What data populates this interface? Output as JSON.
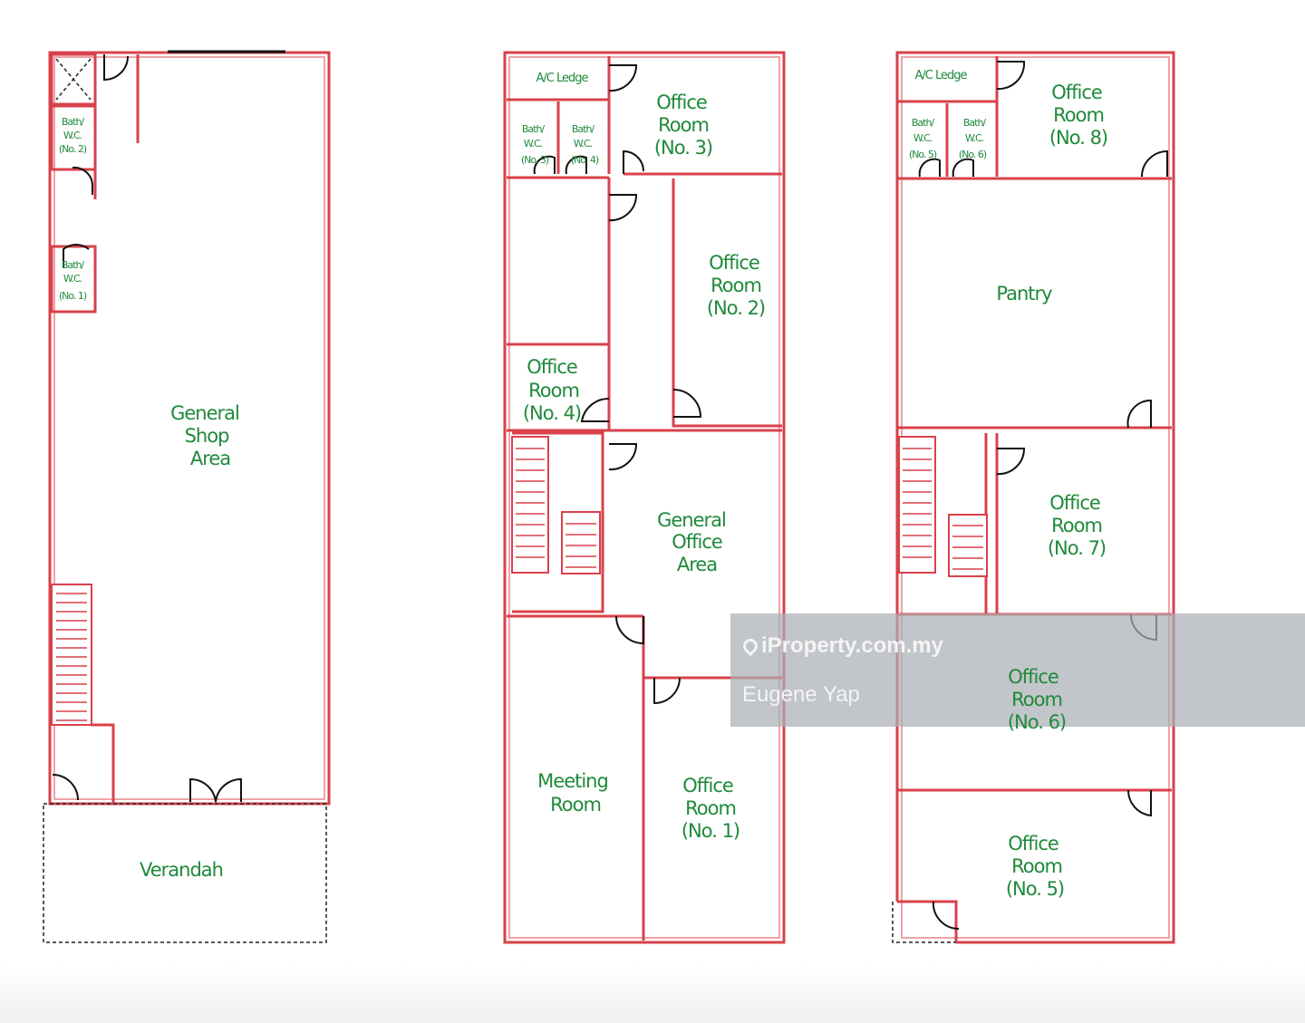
{
  "ground_floor": {
    "bath_wc_2": [
      "Bath/",
      "W.C.",
      "(No. 2)"
    ],
    "bath_wc_1": [
      "Bath/",
      "W.C.",
      "(No. 1)"
    ],
    "shop_area": [
      "General",
      "Shop",
      "Area"
    ],
    "verandah": "Verandah"
  },
  "first_floor": {
    "ac_ledge": "A/C Ledge",
    "bath_wc_3": [
      "Bath/",
      "W.C.",
      "(No. 3)"
    ],
    "bath_wc_4": [
      "Bath/",
      "W.C.",
      "(No. 4)"
    ],
    "office_3": [
      "Office",
      "Room",
      "(No. 3)"
    ],
    "office_2": [
      "Office",
      "Room",
      "(No. 2)"
    ],
    "office_4": [
      "Office",
      "Room",
      "(No. 4)"
    ],
    "general_office": [
      "General",
      "Office",
      "Area"
    ],
    "meeting_room": [
      "Meeting",
      "Room"
    ],
    "office_1": [
      "Office",
      "Room",
      "(No. 1)"
    ]
  },
  "second_floor": {
    "ac_ledge": "A/C Ledge",
    "bath_wc_5": [
      "Bath/",
      "W.C.",
      "(No. 5)"
    ],
    "bath_wc_6": [
      "Bath/",
      "W.C.",
      "(No. 6)"
    ],
    "office_8": [
      "Office",
      "Room",
      "(No. 8)"
    ],
    "pantry": "Pantry",
    "office_7": [
      "Office",
      "Room",
      "(No. 7)"
    ],
    "office_6": [
      "Office",
      "Room",
      "(No. 6)"
    ],
    "office_5": [
      "Office",
      "Room",
      "(No. 5)"
    ]
  },
  "watermark": {
    "brand": "iProperty.com.my",
    "agent": "Eugene Yap"
  }
}
